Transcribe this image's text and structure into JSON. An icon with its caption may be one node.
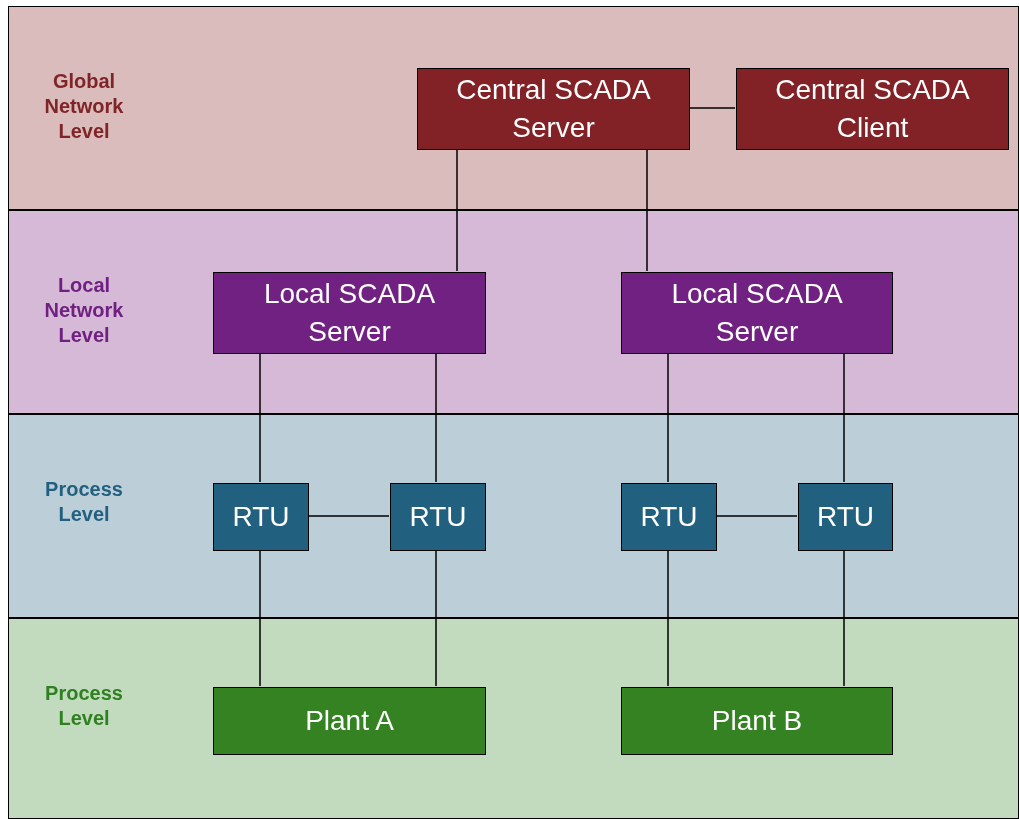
{
  "diagram": {
    "nodes": [
      {
        "text": [
          "Global Network Level"
        ]
      },
      {
        "text": [
          "Central SCADA Server"
        ],
        "in": 0
      },
      {
        "text": [
          "Central SCADA Client"
        ],
        "in": 0
      },
      {
        "text": [
          "Local Network Level"
        ]
      },
      {
        "text": [
          "Local SCADA Server"
        ],
        "in": 3
      },
      {
        "text": [
          "Local SCADA Server"
        ],
        "in": 3
      },
      {
        "text": [
          "Process Level"
        ]
      },
      {
        "text": [
          "RTU"
        ],
        "in": 6
      },
      {
        "text": [
          "RTU"
        ],
        "in": 6
      },
      {
        "text": [
          "RTU"
        ],
        "in": 6
      },
      {
        "text": [
          "RTU"
        ],
        "in": 6
      },
      {
        "text": [
          "Process Level"
        ]
      },
      {
        "text": [
          "Plant A"
        ],
        "in": 11
      },
      {
        "text": [
          "Plant B"
        ],
        "in": 11
      }
    ],
    "edges": [
      {
        "from": 1,
        "to": 2,
        "arrow": "none"
      },
      {
        "from": 1,
        "to": 4,
        "arrow": "none"
      },
      {
        "from": 1,
        "to": 5,
        "arrow": "none"
      },
      {
        "from": 4,
        "to": 7,
        "arrow": "none"
      },
      {
        "from": 4,
        "to": 8,
        "arrow": "none"
      },
      {
        "from": 5,
        "to": 9,
        "arrow": "none"
      },
      {
        "from": 5,
        "to": 10,
        "arrow": "none"
      },
      {
        "from": 7,
        "to": 8,
        "arrow": "none"
      },
      {
        "from": 9,
        "to": 10,
        "arrow": "none"
      },
      {
        "from": 7,
        "to": 12,
        "arrow": "none"
      },
      {
        "from": 8,
        "to": 12,
        "arrow": "none"
      },
      {
        "from": 9,
        "to": 13,
        "arrow": "none"
      },
      {
        "from": 10,
        "to": 13,
        "arrow": "none"
      }
    ]
  }
}
